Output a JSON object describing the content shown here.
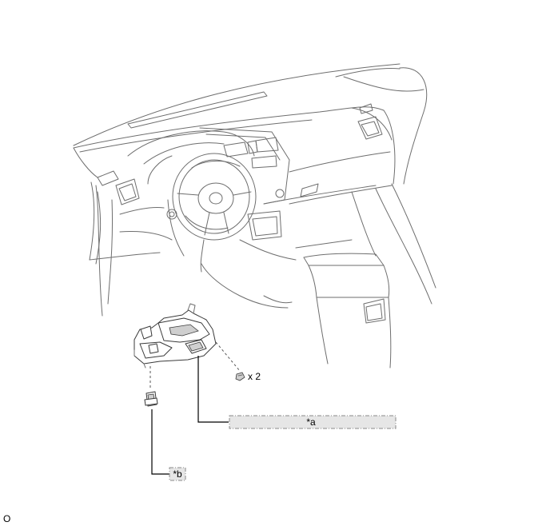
{
  "callouts": {
    "a": "*a",
    "b": "*b"
  },
  "fastener_quantity": "x 2",
  "illustration_code": "O"
}
